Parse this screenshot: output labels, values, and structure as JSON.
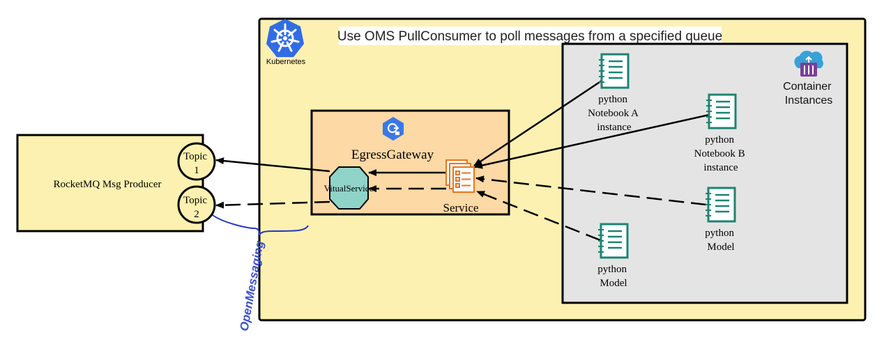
{
  "banner": "Use OMS PullConsumer to poll messages from a specified queue",
  "kubernetes": {
    "label": "Kubernetes",
    "icon": "kubernetes-icon"
  },
  "producer": {
    "label": "RocketMQ Msg Producer",
    "topic1": [
      "Topic",
      "1"
    ],
    "topic2": [
      "Topic",
      "2"
    ]
  },
  "openmessaging_label": "OpenMessaging",
  "egress": {
    "label": "EgressGateway",
    "icon": "egress-gateway-icon",
    "virtual_service": "VitualService",
    "service": "Service"
  },
  "container_instances": {
    "label": [
      "Container",
      "Instances"
    ],
    "icon": "container-instances-icon"
  },
  "nodes": {
    "notebook_a": [
      "python",
      "Notebook A",
      "instance"
    ],
    "notebook_b": [
      "python",
      "Notebook B",
      "instance"
    ],
    "model_right": [
      "python",
      "Model"
    ],
    "model_bottom": [
      "python",
      "Model"
    ]
  },
  "colors": {
    "yellow_fill": "#fdf1b2",
    "orange_fill": "#fdd9a6",
    "gray_fill": "#e4e4e4",
    "teal": "#1d8373",
    "octagon": "#8fd3c9",
    "service_orange": "#e8741e",
    "brace_blue": "#2638c4",
    "k8s_blue": "#326ce5"
  }
}
